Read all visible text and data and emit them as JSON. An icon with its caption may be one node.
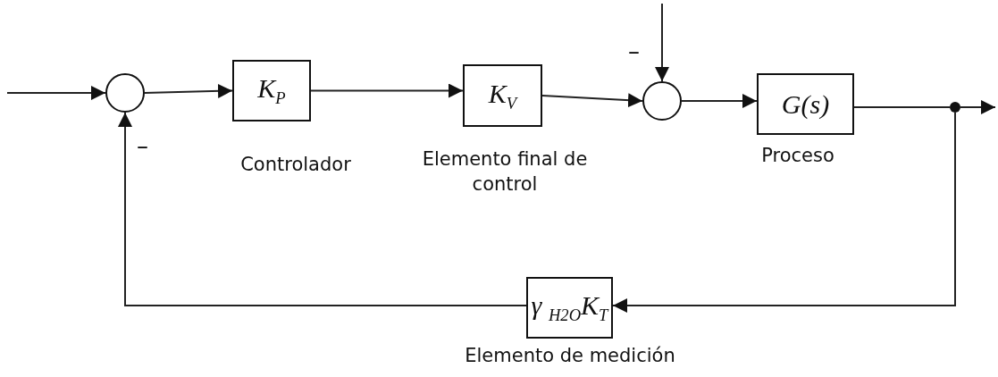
{
  "diagram": {
    "nodes": [
      {
        "text": [],
        "shape": "circle"
      },
      {
        "text": [
          "K$_{P}$"
        ],
        "beside": [
          "Controlador"
        ]
      },
      {
        "text": [
          "K$_{V}$"
        ],
        "beside": [
          "Elemento final de control"
        ]
      },
      {
        "text": [],
        "shape": "circle"
      },
      {
        "text": [
          "G(s)"
        ],
        "beside": [
          "Proceso"
        ]
      },
      {
        "text": [],
        "shape": "dot"
      },
      {
        "text": [
          "γ $_{H2O}$K$_{T}$"
        ],
        "beside": [
          "Elemento de medición"
        ]
      }
    ],
    "edges": [
      {
        "from": null,
        "to": 0,
        "arrow": "to"
      },
      {
        "from": 0,
        "to": 1,
        "arrow": "to"
      },
      {
        "from": 1,
        "to": 2,
        "arrow": "to"
      },
      {
        "from": 2,
        "to": 3,
        "arrow": "to"
      },
      {
        "from": null,
        "to": 3,
        "arrow": "to"
      },
      {
        "from": 3,
        "to": 4,
        "arrow": "to"
      },
      {
        "from": 4,
        "to": 5,
        "arrow": "none"
      },
      {
        "from": 5,
        "to": null,
        "arrow": "to"
      },
      {
        "from": 5,
        "to": 6,
        "arrow": "to"
      },
      {
        "from": 6,
        "to": 0,
        "arrow": "to"
      }
    ],
    "labels": [
      "–",
      "–"
    ]
  }
}
